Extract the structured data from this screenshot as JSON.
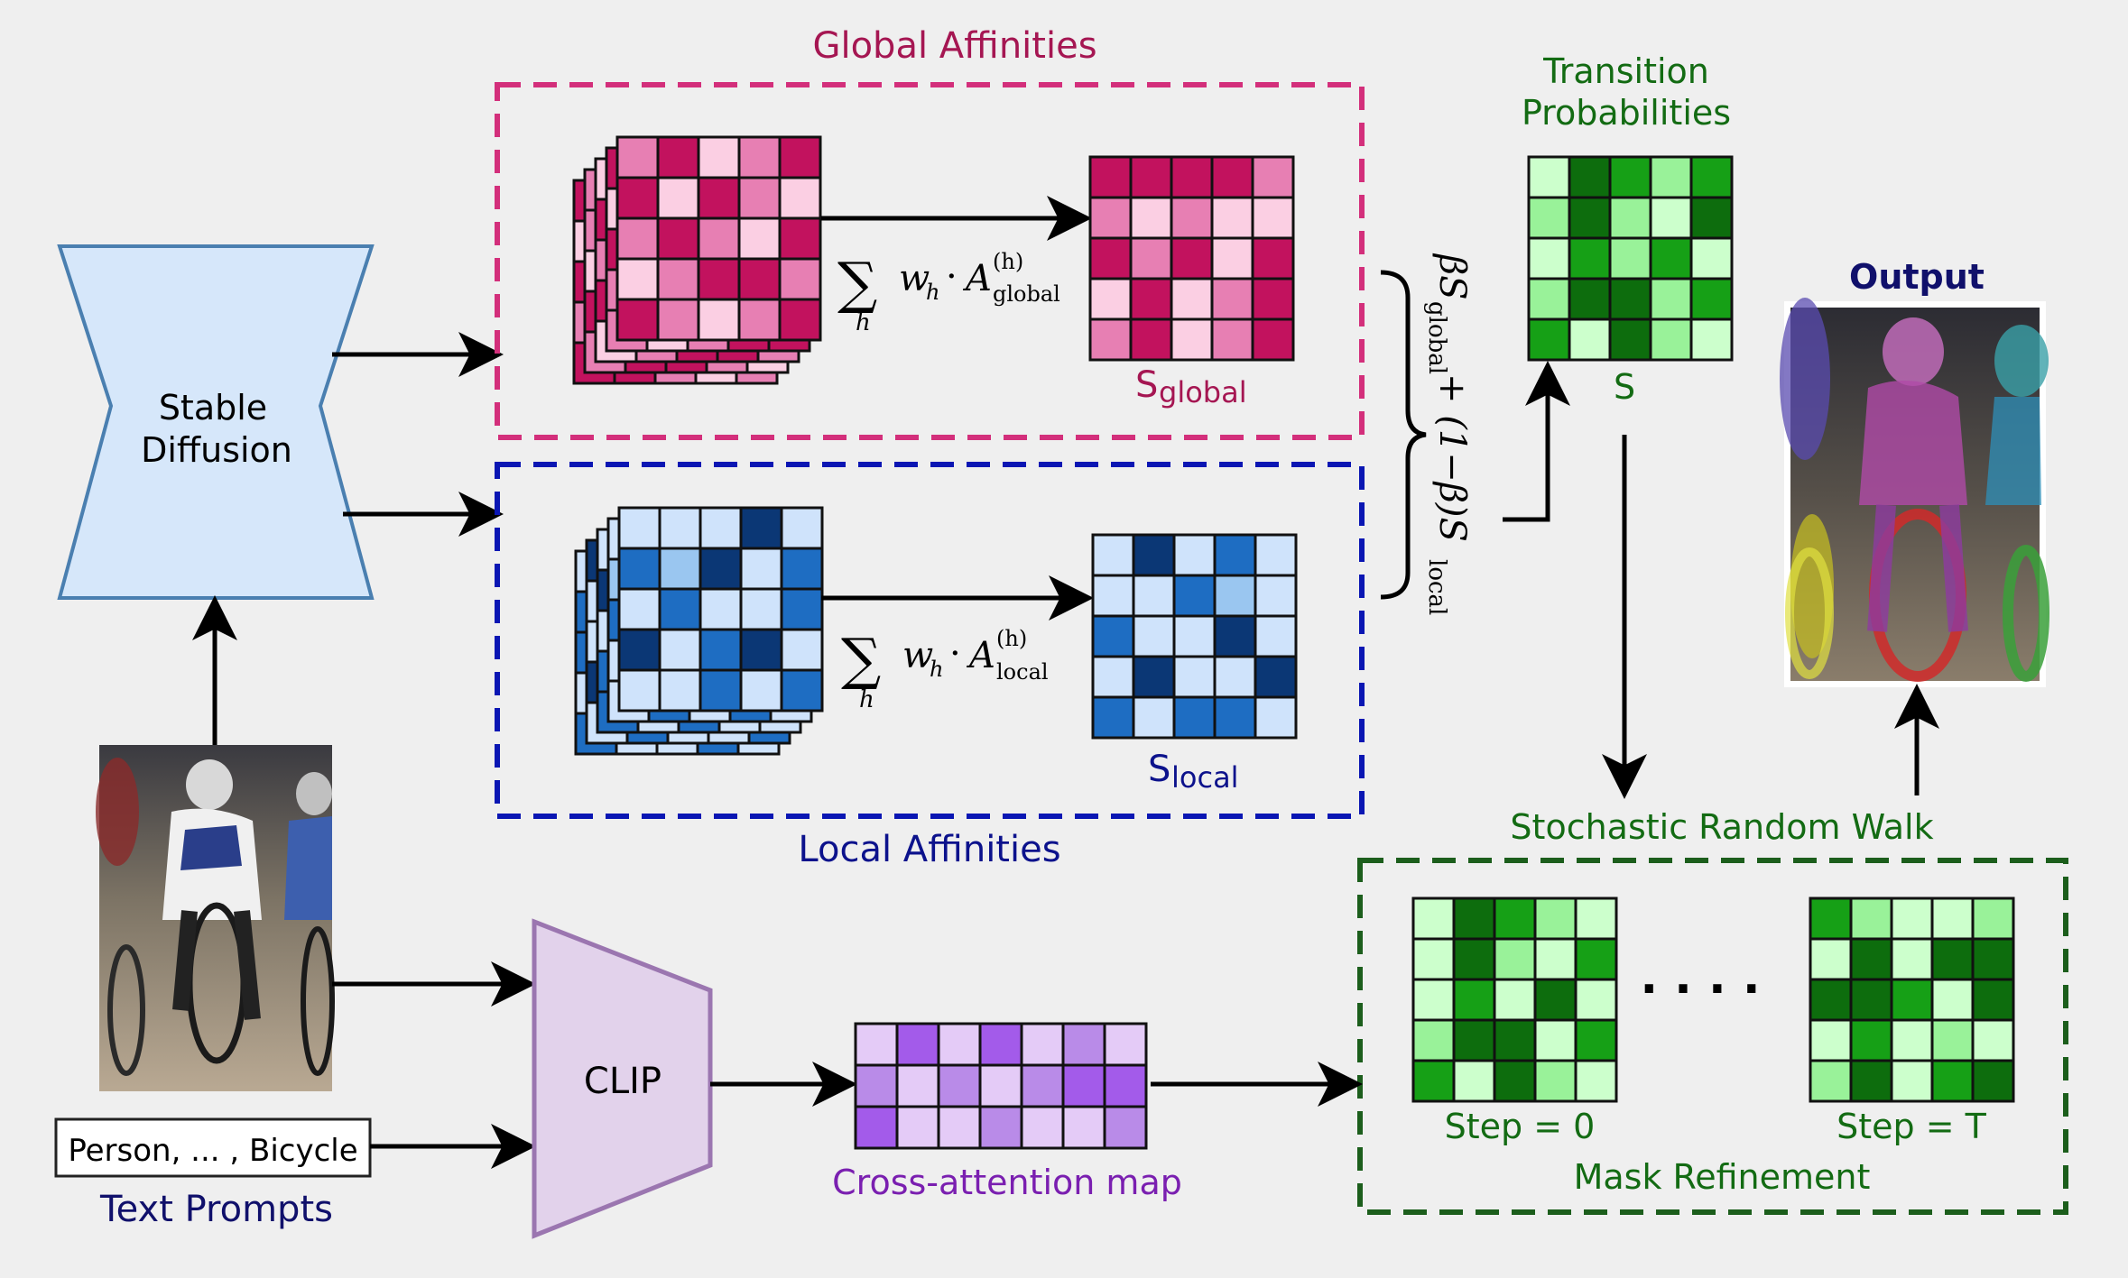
{
  "labels": {
    "stable_diffusion_line1": "Stable",
    "stable_diffusion_line2": "Diffusion",
    "global_affinities": "Global Affinities",
    "local_affinities": "Local Affinities",
    "s_global": "global",
    "s_global_letter": "S",
    "s_local": "local",
    "s_local_letter": "S",
    "transition_line1": "Transition",
    "transition_line2": "Probabilities",
    "s_label": "S",
    "output": "Output",
    "stochastic_random_walk": "Stochastic Random Walk",
    "mask_refinement": "Mask Refinement",
    "step_0": "Step = 0",
    "step_t": "Step = T",
    "ellipsis": "· · · ·",
    "clip": "CLIP",
    "cross_attention_map": "Cross-attention map",
    "text_prompt_value": "Person, ... , Bicycle",
    "text_prompts": "Text Prompts"
  },
  "formulas": {
    "sum_symbol": "∑",
    "sum_index": "h",
    "w": "w",
    "w_sub": "h",
    "dot": "·",
    "A": "A",
    "A_sup": "(h)",
    "global_sub": "global",
    "local_sub": "local",
    "combine_beta": "βS",
    "combine_sub1": "global",
    "combine_mid": " + (1−β)S",
    "combine_sub2": "local"
  },
  "grids": {
    "global_stack": [
      [
        1,
        2,
        0,
        1,
        2
      ],
      [
        2,
        0,
        2,
        1,
        0
      ],
      [
        1,
        2,
        1,
        0,
        2
      ],
      [
        0,
        1,
        2,
        2,
        1
      ],
      [
        2,
        1,
        0,
        1,
        2
      ]
    ],
    "s_global": [
      [
        2,
        2,
        2,
        2,
        1
      ],
      [
        1,
        0,
        1,
        0,
        0
      ],
      [
        2,
        1,
        2,
        0,
        2
      ],
      [
        0,
        2,
        0,
        1,
        2
      ],
      [
        1,
        2,
        0,
        1,
        2
      ]
    ],
    "local_stack": [
      [
        0,
        0,
        0,
        3,
        0
      ],
      [
        2,
        1,
        3,
        0,
        2
      ],
      [
        0,
        2,
        0,
        0,
        2
      ],
      [
        3,
        0,
        2,
        3,
        0
      ],
      [
        0,
        0,
        2,
        0,
        2
      ]
    ],
    "s_local": [
      [
        0,
        3,
        0,
        2,
        0
      ],
      [
        0,
        0,
        2,
        1,
        0
      ],
      [
        2,
        0,
        0,
        3,
        0
      ],
      [
        0,
        3,
        0,
        0,
        3
      ],
      [
        2,
        0,
        2,
        2,
        0
      ]
    ],
    "transition": [
      [
        0,
        3,
        2,
        1,
        2
      ],
      [
        1,
        3,
        1,
        0,
        3
      ],
      [
        0,
        2,
        1,
        2,
        0
      ],
      [
        1,
        3,
        3,
        1,
        2
      ],
      [
        2,
        0,
        3,
        1,
        0
      ]
    ],
    "step0": [
      [
        0,
        3,
        2,
        1,
        0
      ],
      [
        0,
        3,
        1,
        0,
        2
      ],
      [
        0,
        2,
        0,
        3,
        0
      ],
      [
        1,
        3,
        3,
        0,
        2
      ],
      [
        2,
        0,
        3,
        1,
        0
      ]
    ],
    "stepT": [
      [
        2,
        1,
        0,
        0,
        1
      ],
      [
        0,
        3,
        0,
        3,
        3
      ],
      [
        3,
        3,
        2,
        0,
        3
      ],
      [
        0,
        2,
        0,
        1,
        0
      ],
      [
        1,
        3,
        0,
        2,
        3
      ]
    ],
    "cross_attention": [
      [
        0,
        2,
        0,
        2,
        0,
        1,
        0
      ],
      [
        1,
        0,
        1,
        0,
        1,
        2,
        2
      ],
      [
        2,
        0,
        0,
        1,
        0,
        0,
        1
      ]
    ]
  },
  "colors": {
    "pink": [
      "#fbcfe3",
      "#e77fb3",
      "#c2125e"
    ],
    "blue": [
      "#cfe3fb",
      "#9ac6f0",
      "#1e6dc2",
      "#0b3775"
    ],
    "green": [
      "#ccffcc",
      "#99f299",
      "#16a016",
      "#0d6d0d"
    ],
    "purple": [
      "#e4cbf7",
      "#b98be8",
      "#a35bea"
    ],
    "global_title": "#a51652",
    "local_title": "#0c128c",
    "green_text": "#136b13",
    "purple_text": "#7a1fb0",
    "navy_text": "#10106b",
    "global_dash": "#d32f7b",
    "local_dash": "#0a16b3",
    "walk_dash": "#1c5e1c"
  }
}
